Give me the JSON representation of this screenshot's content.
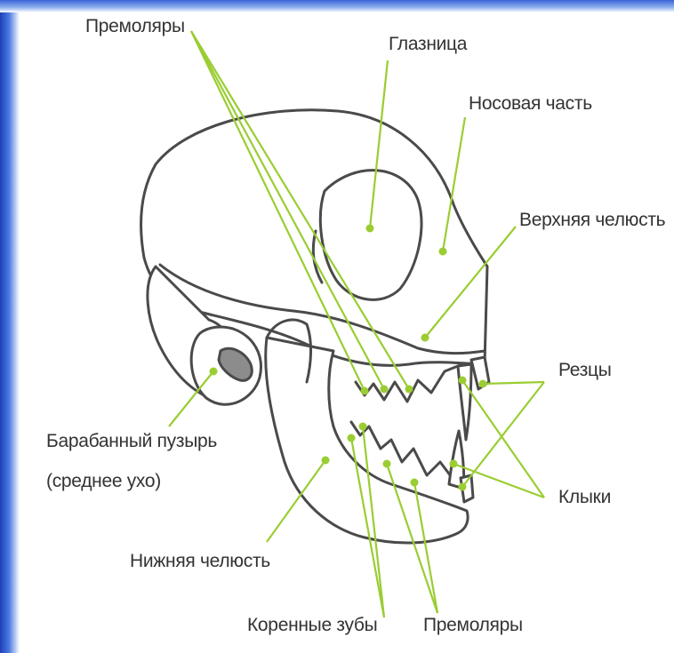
{
  "colors": {
    "accent_green": "#9acd32",
    "outline": "#4a4a4a",
    "frame_blue": "#2a4fc2"
  },
  "labels": {
    "premolars_top": "Премоляры",
    "orbit": "Глазница",
    "nasal": "Носовая часть",
    "maxilla": "Верхняя челюсть",
    "incisors": "Резцы",
    "tympanic_line1": "Барабанный пузырь",
    "tympanic_line2": "(среднее ухо)",
    "canines": "Клыки",
    "mandible": "Нижняя челюсть",
    "molars": "Коренные зубы",
    "premolars_bottom": "Премоляры"
  }
}
